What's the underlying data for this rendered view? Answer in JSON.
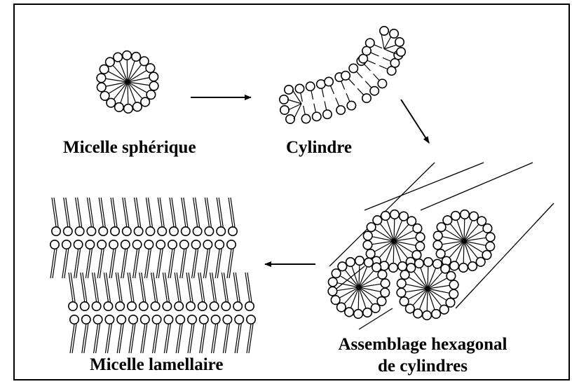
{
  "labels": {
    "spherical": "Micelle sphérique",
    "cylinder": "Cylindre",
    "hexagonal_line1": "Assemblage hexagonal",
    "hexagonal_line2": "de cylindres",
    "lamellar": "Micelle lamellaire"
  },
  "colors": {
    "ink": "#000000",
    "background": "#ffffff",
    "frame": "#000000"
  }
}
